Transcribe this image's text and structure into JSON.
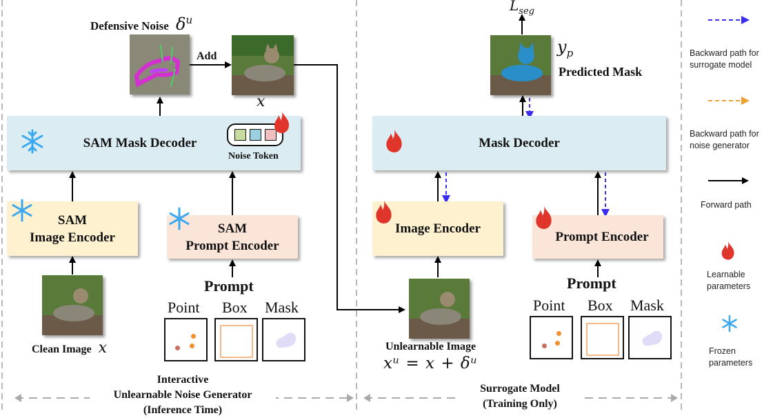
{
  "colors": {
    "decoder_bg": "#dbedf3",
    "image_encoder_bg": "#fdf1cf",
    "prompt_encoder_bg": "#fbe5d9",
    "forward_arrow": "#000000",
    "backward_surrogate": "#3a2cf0",
    "backward_noise": "#f0a030",
    "flame": "#e0352b",
    "snowflake": "#3aa8f0",
    "divider": "#b0b0b0",
    "token_green": "#c8dca0",
    "token_blue": "#9ad0e0",
    "token_pink": "#f0c0c0",
    "point_red": "#c87060",
    "point_orange": "#f09030",
    "box_prompt": "#f5b888",
    "mask_blob": "#e0dcf8",
    "predicted_mask": "#2a8ec8"
  },
  "left_panel": {
    "defensive_noise_label": "Defensive Noise",
    "defensive_noise_symbol": "δ",
    "defensive_noise_sup": "u",
    "add_label": "Add",
    "x_label": "x",
    "decoder_label": "SAM Mask Decoder",
    "noise_token_label": "Noise Token",
    "image_encoder_line1": "SAM",
    "image_encoder_line2": "Image Encoder",
    "prompt_encoder_line1": "SAM",
    "prompt_encoder_line2": "Prompt Encoder",
    "clean_image_label": "Clean Image",
    "clean_image_symbol": "x",
    "prompt_title": "Prompt",
    "prompt_types": [
      "Point",
      "Box",
      "Mask"
    ],
    "section_title_line1": "Interactive",
    "section_title_line2": "Unlearnable Noise Generator",
    "section_title_line3": "(Inference Time)"
  },
  "right_panel": {
    "loss_label": "L",
    "loss_sub": "seg",
    "yp_label": "y",
    "yp_sub": "p",
    "predicted_mask_label": "Predicted Mask",
    "decoder_label": "Mask Decoder",
    "image_encoder_label": "Image Encoder",
    "prompt_encoder_label": "Prompt Encoder",
    "unlearnable_label": "Unlearnable Image",
    "unlearnable_formula": "xᵘ = x + δᵘ",
    "prompt_title": "Prompt",
    "prompt_types": [
      "Point",
      "Box",
      "Mask"
    ],
    "section_title_line1": "Surrogate Model",
    "section_title_line2": "(Training Only)"
  },
  "legend": {
    "items": [
      {
        "icon": "dashed-blue-arrow",
        "line1": "Backward path for",
        "line2": "surrogate model"
      },
      {
        "icon": "dashed-orange-arrow",
        "line1": "Backward path for",
        "line2": "noise generator"
      },
      {
        "icon": "solid-black-arrow",
        "line1": "Forward path",
        "line2": ""
      },
      {
        "icon": "flame-icon",
        "line1": "Learnable",
        "line2": "parameters"
      },
      {
        "icon": "snowflake-icon",
        "line1": "Frozen",
        "line2": "parameters"
      }
    ]
  }
}
